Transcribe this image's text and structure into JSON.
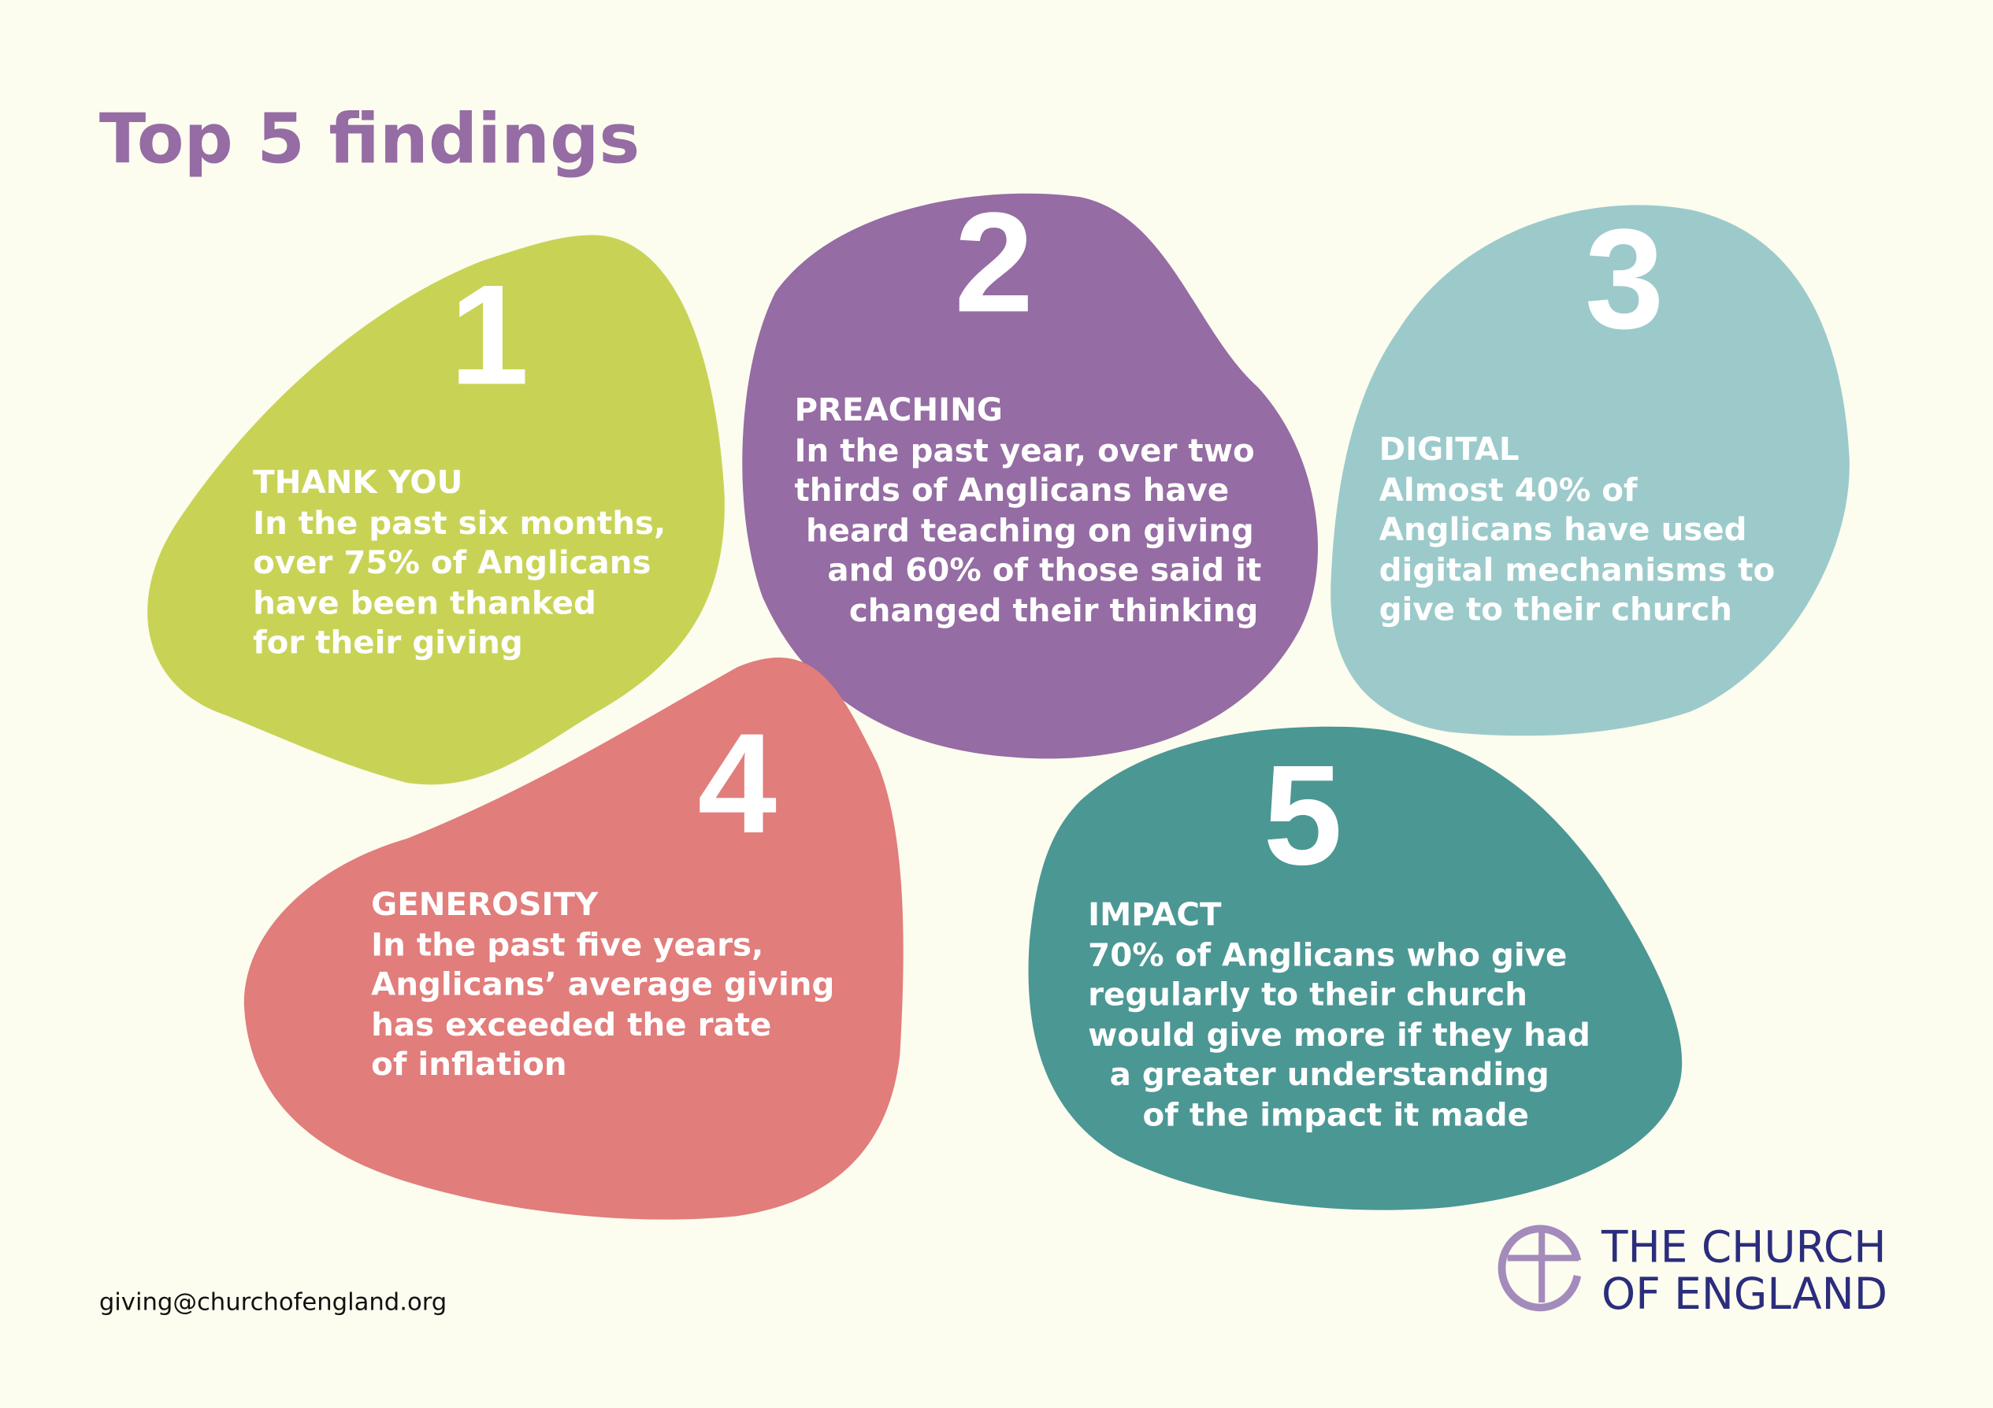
{
  "title": "Top 5 findings",
  "colors": {
    "background": "#fcfcef",
    "title": "#956ca3",
    "finding1": "#c8d356",
    "finding2": "#956ca3",
    "finding3": "#9ccaca",
    "finding4": "#e17d7b",
    "finding5": "#4b9794",
    "logo_text": "#2b2d7c",
    "logo_mark": "#a38bbb"
  },
  "findings": [
    {
      "number": "1",
      "heading": "THANK YOU",
      "lines": [
        "In the past six months,",
        "over 75% of Anglicans",
        "have been thanked",
        "for their giving"
      ]
    },
    {
      "number": "2",
      "heading": "PREACHING",
      "lines": [
        "In the past year, over two",
        "thirds of Anglicans have",
        "heard teaching on giving",
        "and 60% of those said it",
        "changed their thinking"
      ]
    },
    {
      "number": "3",
      "heading": "DIGITAL",
      "lines": [
        "Almost 40% of",
        "Anglicans have used",
        "digital mechanisms to",
        "give to their church"
      ]
    },
    {
      "number": "4",
      "heading": "GENEROSITY",
      "lines": [
        "In the past five years,",
        "Anglicans’ average giving",
        "has exceeded the rate",
        "of inflation"
      ]
    },
    {
      "number": "5",
      "heading": "IMPACT",
      "lines": [
        "70% of Anglicans who give",
        "regularly to their church",
        "would give more if they had",
        "a greater understanding",
        "of the impact it made"
      ]
    }
  ],
  "footer": {
    "email": "giving@churchofengland.org",
    "logo_line1": "THE CHURCH",
    "logo_line2": "OF ENGLAND"
  }
}
